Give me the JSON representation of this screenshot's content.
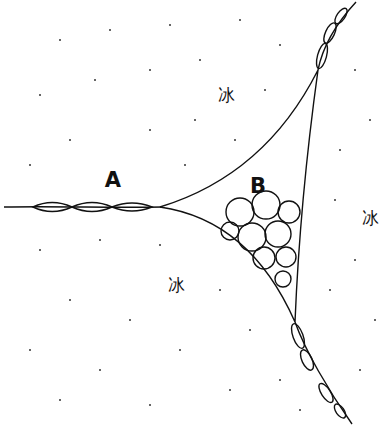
{
  "diagram": {
    "labels": [
      "冰",
      "A",
      "B",
      "冰",
      "冰"
    ]
  }
}
